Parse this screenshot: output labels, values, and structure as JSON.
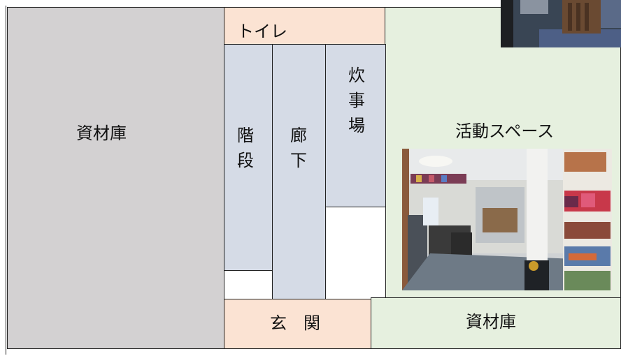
{
  "rooms": {
    "storage_left": "資材庫",
    "toilet": "トイレ",
    "stairs": [
      "階",
      "段"
    ],
    "corridor": [
      "廊",
      "下"
    ],
    "kitchen": [
      "炊",
      "事",
      "場"
    ],
    "activity": "活動スペース",
    "entrance": "玄　関",
    "storage_bottom": "資材庫"
  },
  "colors": {
    "storage": "#d3d1d2",
    "toilet": "#fbe3d3",
    "narrow": "#d5dbe6",
    "activity": "#e6f0df",
    "storage_bottom": "#e6f0df",
    "entrance": "#fbe3d3",
    "outline": "#222222"
  }
}
